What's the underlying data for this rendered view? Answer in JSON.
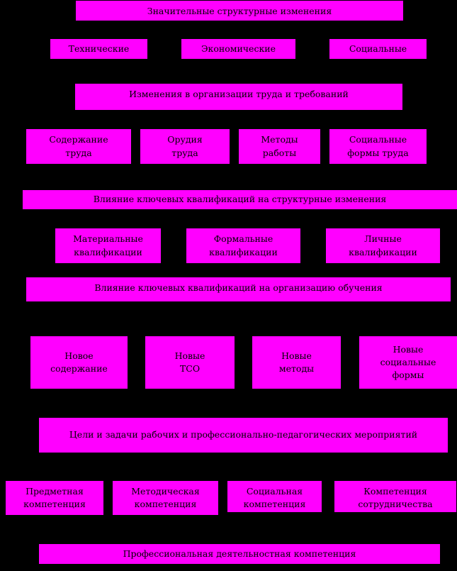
{
  "colors": {
    "background": "#000000",
    "box_fill": "#ff00ff",
    "text": "#000000"
  },
  "level1": {
    "title": "Значительные структурные изменения"
  },
  "level2": {
    "items": [
      "Технические",
      "Экономические",
      "Социальные"
    ]
  },
  "level3": {
    "title": "Изменения в организации труда и требований"
  },
  "level4": {
    "items": [
      "Содержание\nтруда",
      "Орудия\nтруда",
      "Методы\nработы",
      "Социальные\nформы труда"
    ]
  },
  "level5": {
    "title": "Влияние ключевых квалификаций на структурные изменения"
  },
  "level6": {
    "items": [
      "Материальные\nквалификации",
      "Формальные\nквалификации",
      "Личные\nквалификации"
    ]
  },
  "level7": {
    "title": "Влияние ключевых квалификаций на организацию обучения"
  },
  "level8": {
    "items": [
      "Новое\nсодержание",
      "Новые\nТСО",
      "Новые\nметоды",
      "Новые\nсоциальные\nформы"
    ]
  },
  "level9": {
    "title": "Цели и задачи рабочих и профессионально-педагогических мероприятий"
  },
  "level10": {
    "items": [
      "Предметная\nкомпетенция",
      "Методическая\nкомпетенция",
      "Социальная\nкомпетенция",
      "Компетенция\nсотрудничества"
    ]
  },
  "level11": {
    "title": "Профессиональная деятельностная компетенция"
  }
}
